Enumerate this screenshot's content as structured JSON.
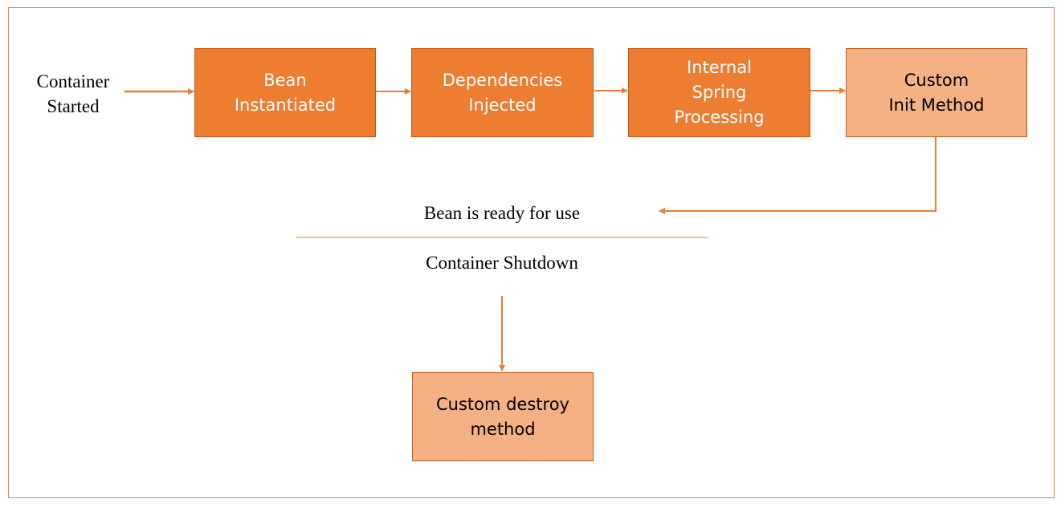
{
  "colors": {
    "accent": "#ED7D31",
    "accent_light": "#F4B183",
    "box_border": "#C55A11"
  },
  "start_label": "Container\nStarted",
  "steps": [
    {
      "label": "Bean\nInstantiated",
      "style": "dark"
    },
    {
      "label": "Dependencies\nInjected",
      "style": "dark"
    },
    {
      "label": "Internal\nSpring\nProcessing",
      "style": "dark"
    },
    {
      "label": "Custom\nInit Method",
      "style": "light"
    }
  ],
  "ready_label": "Bean is ready for use",
  "shutdown_label": "Container Shutdown",
  "destroy_step": {
    "label": "Custom destroy\nmethod",
    "style": "light"
  }
}
